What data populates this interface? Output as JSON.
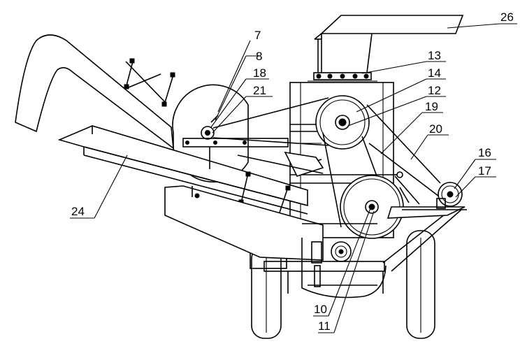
{
  "figure": {
    "callouts": [
      {
        "id": "c7",
        "text": "7"
      },
      {
        "id": "c8",
        "text": "8"
      },
      {
        "id": "c18",
        "text": "18"
      },
      {
        "id": "c21",
        "text": "21"
      },
      {
        "id": "c13",
        "text": "13"
      },
      {
        "id": "c14",
        "text": "14"
      },
      {
        "id": "c12",
        "text": "12"
      },
      {
        "id": "c19",
        "text": "19"
      },
      {
        "id": "c20",
        "text": "20"
      },
      {
        "id": "c16",
        "text": "16"
      },
      {
        "id": "c17",
        "text": "17"
      },
      {
        "id": "c24",
        "text": "24"
      },
      {
        "id": "c26",
        "text": "26"
      },
      {
        "id": "c10",
        "text": "10"
      },
      {
        "id": "c11",
        "text": "11"
      }
    ]
  }
}
